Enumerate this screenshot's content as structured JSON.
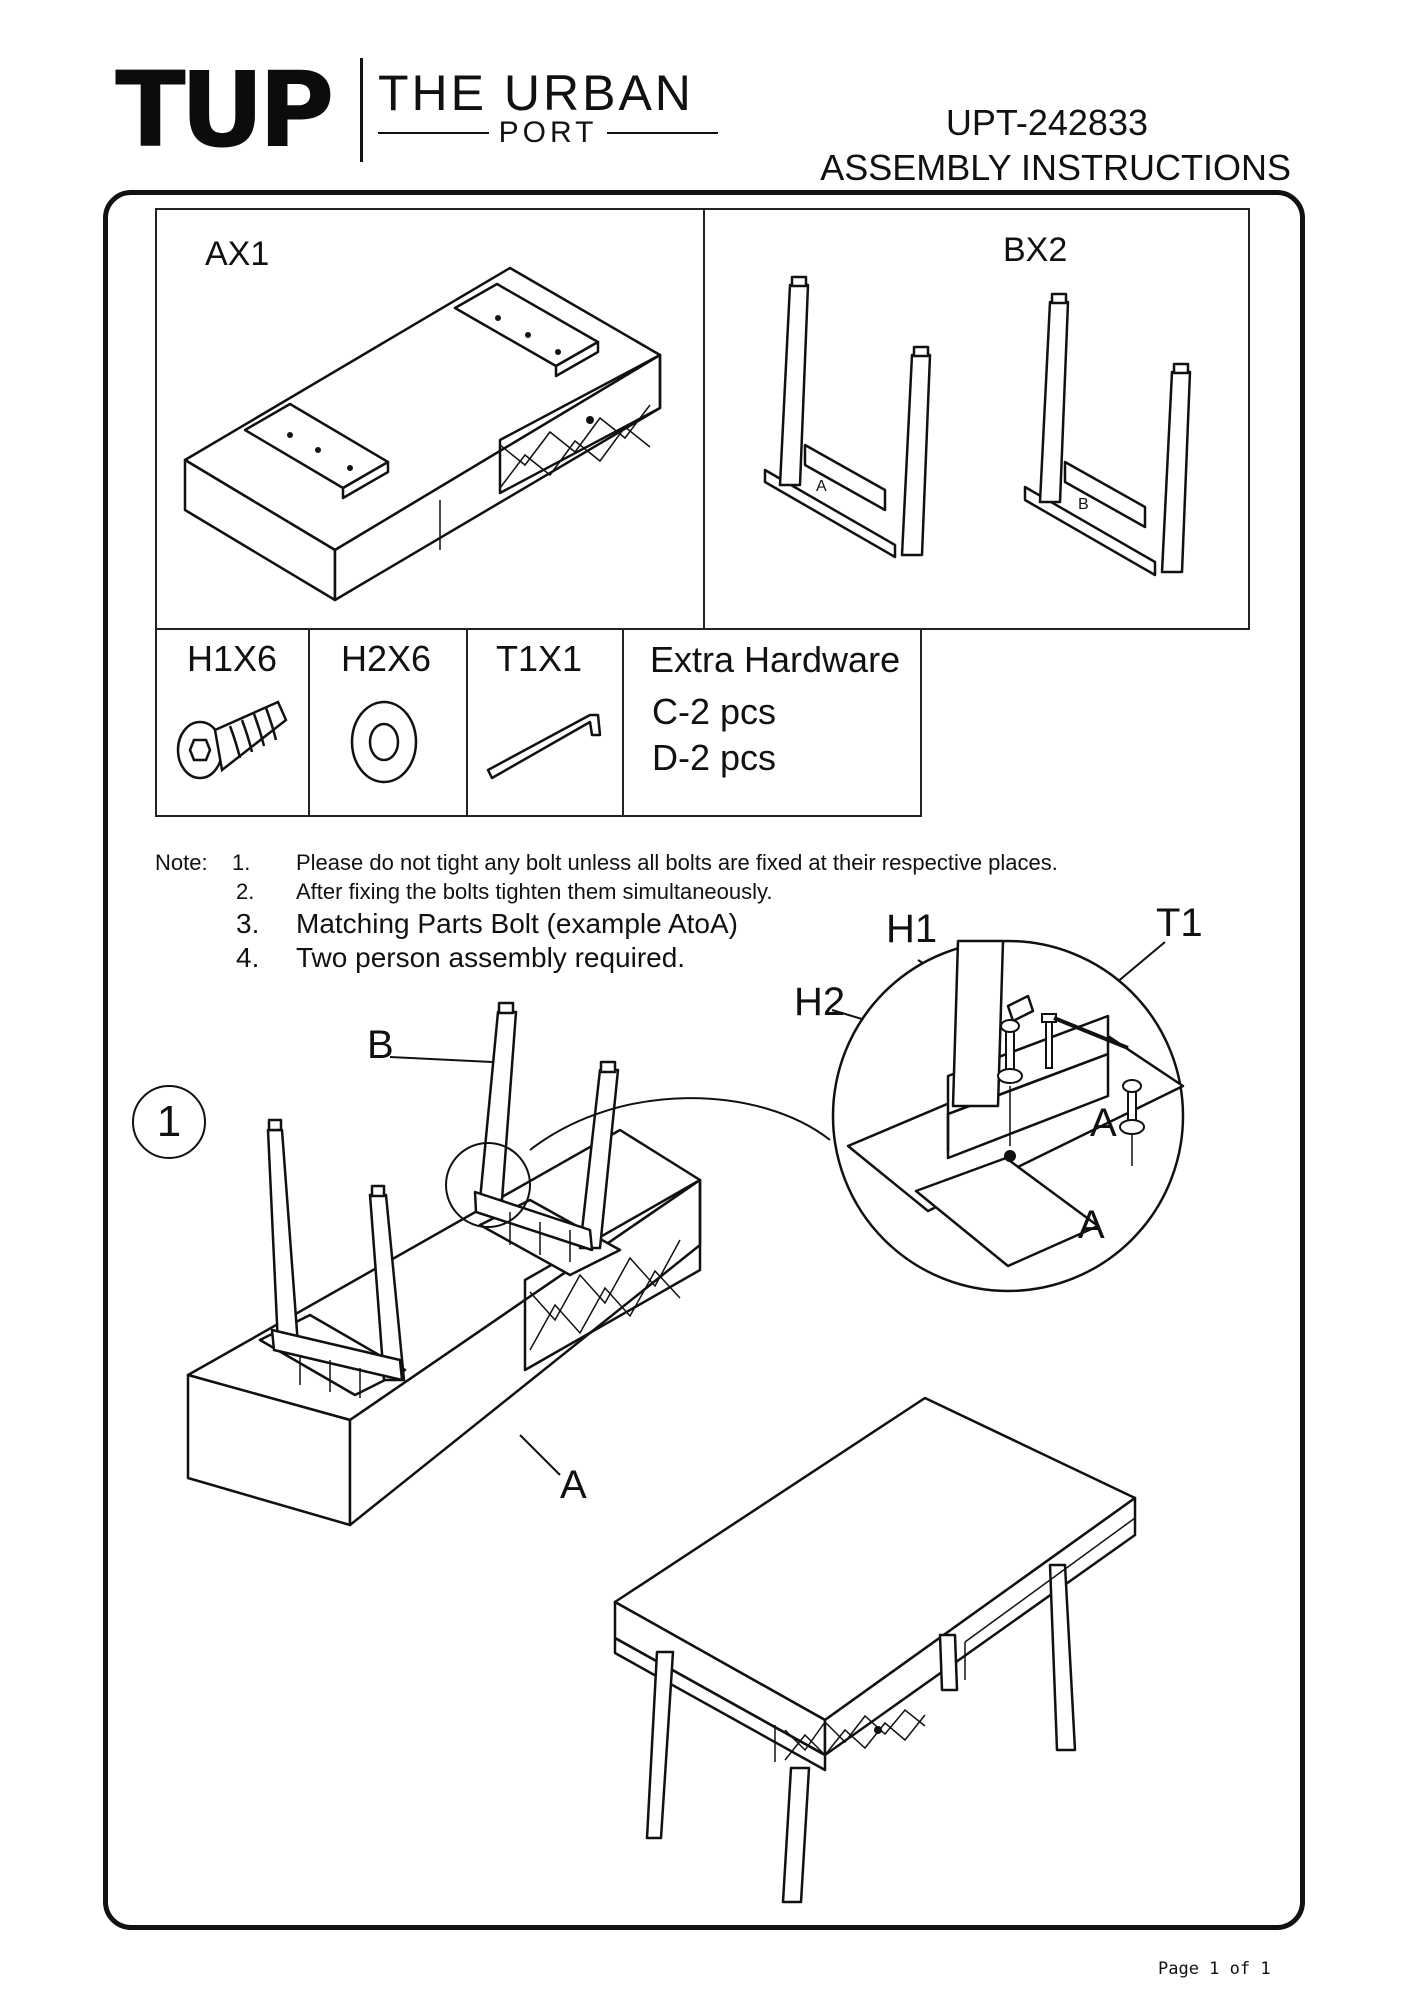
{
  "header": {
    "logo_mark": "TUP",
    "logo_line1": "THE URBAN",
    "logo_line2": "PORT",
    "doc_code": "UPT-242833",
    "doc_title": "ASSEMBLY INSTRUCTIONS"
  },
  "parts": {
    "a_label": "AX1",
    "b_label": "BX2",
    "a_mark": "A",
    "b_mark": "B"
  },
  "hardware": {
    "h1_label": "H1X6",
    "h2_label": "H2X6",
    "t1_label": "T1X1",
    "extra_title": "Extra Hardware",
    "extra_c": "C-2 pcs",
    "extra_d": "D-2 pcs"
  },
  "notes": {
    "prefix": "Note:",
    "items": [
      {
        "num": "1.",
        "text": "Please do not tight any bolt unless all bolts are fixed at their respective places."
      },
      {
        "num": "2.",
        "text": "After fixing the bolts tighten them simultaneously."
      },
      {
        "num": "3.",
        "text": "Matching Parts Bolt (example AtoA)"
      },
      {
        "num": "4.",
        "text": "Two person assembly required."
      }
    ]
  },
  "step1": {
    "number": "1",
    "callout_b": "B",
    "callout_a": "A",
    "detail_h1": "H1",
    "detail_t1": "T1",
    "detail_h2": "H2",
    "detail_a_upper": "A",
    "detail_a_lower": "A"
  },
  "footer": {
    "page": "Page 1 of 1"
  }
}
